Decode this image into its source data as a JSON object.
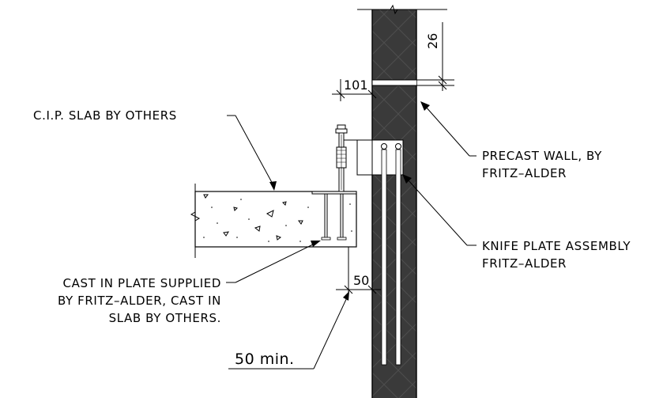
{
  "labels": {
    "cip_slab": "C.I.P. SLAB BY OTHERS",
    "precast_wall_1": "PRECAST WALL, BY",
    "precast_wall_2": "FRITZ–ALDER",
    "knife_plate_1": "KNIFE PLATE ASSEMBLY",
    "knife_plate_2": "FRITZ–ALDER",
    "cast_plate_1": "CAST IN PLATE SUPPLIED",
    "cast_plate_2": "BY FRITZ–ALDER, CAST IN",
    "cast_plate_3": "SLAB BY OTHERS.",
    "min_note": "50 min."
  },
  "dimensions": {
    "d26": "26",
    "d101": "101",
    "d50": "50"
  },
  "colors": {
    "wall": "#3a3a3a",
    "wall_hatch": "#5a5a5a",
    "line": "#000000"
  }
}
